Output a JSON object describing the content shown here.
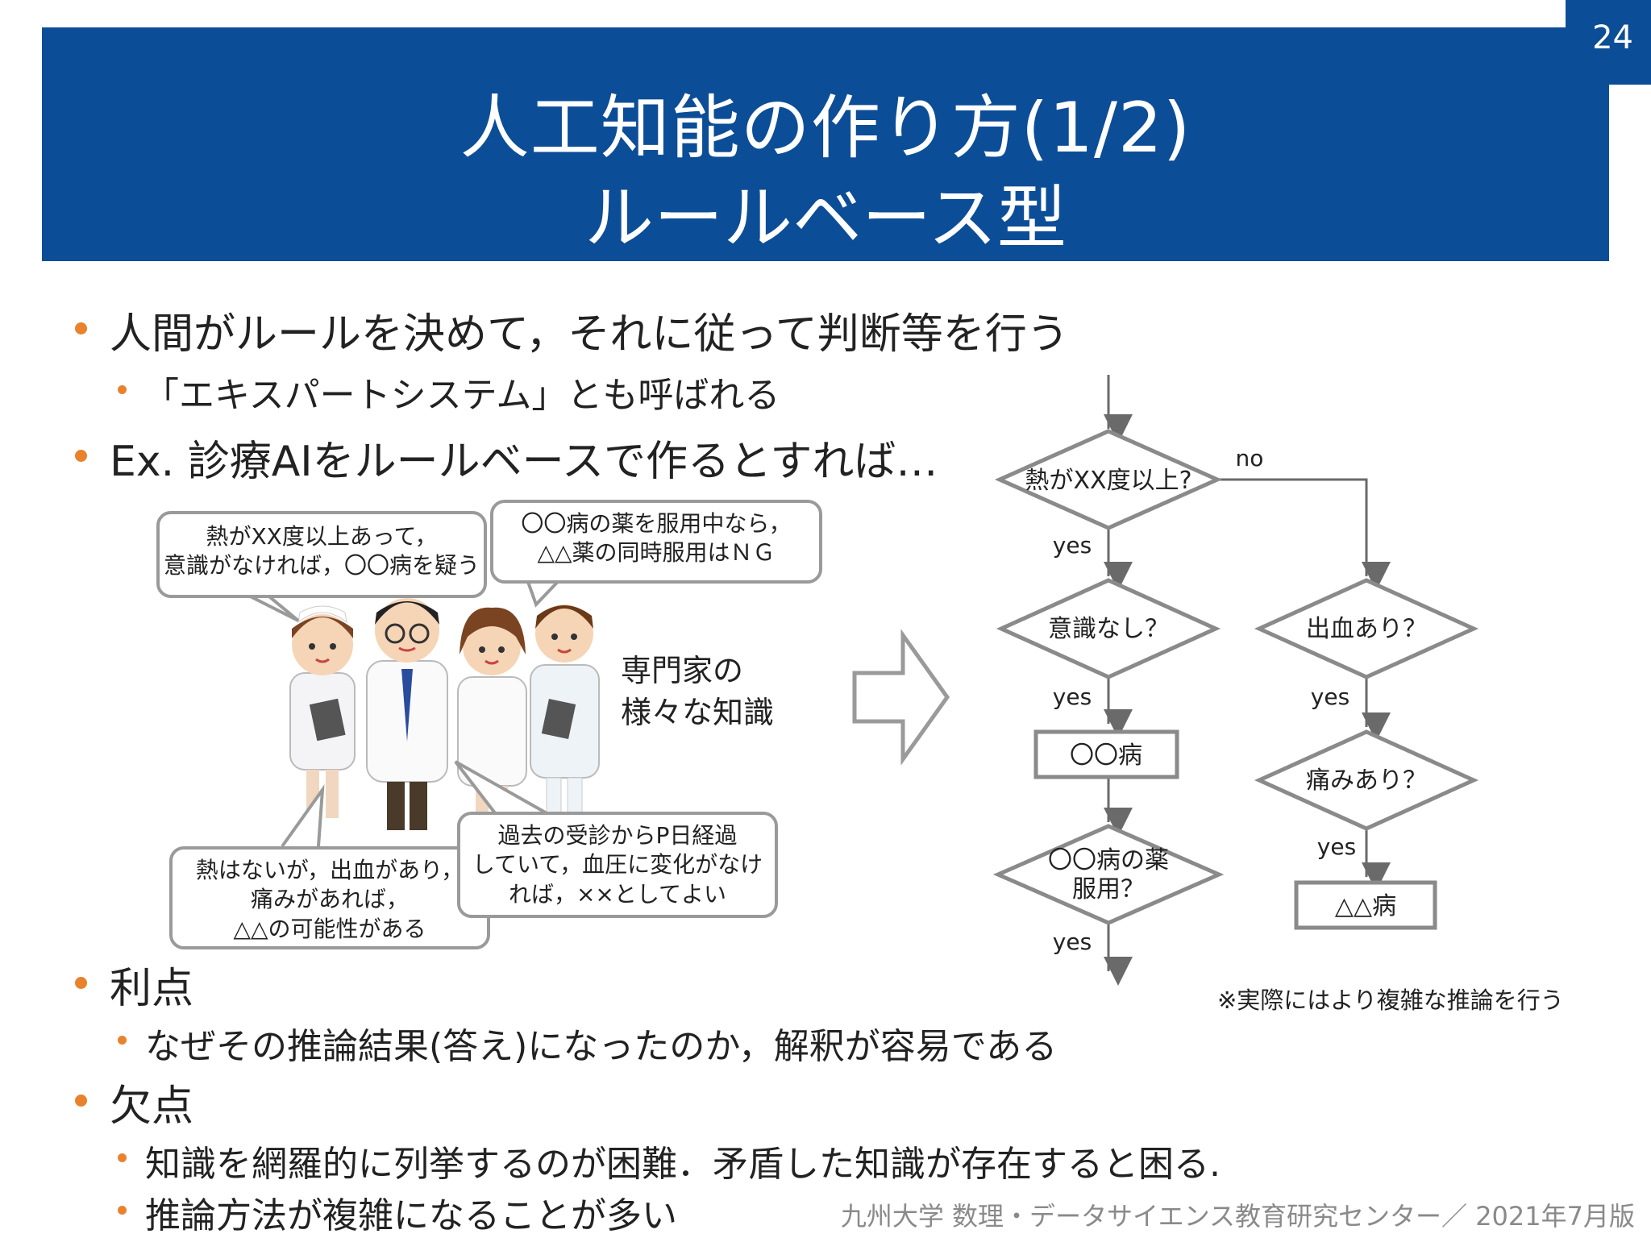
{
  "page_number": "24",
  "title_line1": "人工知能の作り方(1/2)",
  "title_line2": "ルールベース型",
  "bullets": {
    "b1": "人間がルールを決めて，それに従って判断等を行う",
    "b1_sub": "「エキスパートシステム」とも呼ばれる",
    "b2": "Ex. 診療AIをルールベースで作るとすれば…",
    "b3": "利点",
    "b3_sub": "なぜその推論結果(答え)になったのか，解釈が容易である",
    "b4": "欠点",
    "b4_sub1": "知識を網羅的に列挙するのが困難．矛盾した知識が存在すると困る.",
    "b4_sub2": "推論方法が複雑になることが多い"
  },
  "callouts": {
    "c1": "熱がXX度以上あって，\n意識がなければ，〇〇病を疑う",
    "c2": "〇〇病の薬を服用中なら，\n△△薬の同時服用はＮＧ",
    "c3": "熱はないが，出血があり，\n痛みがあれば，\n△△の可能性がある",
    "c4": "過去の受診からP日経過\nしていて，血圧に変化がなけ\nれば，××としてよい"
  },
  "expert_text": "専門家の\n様々な知識",
  "flowchart": {
    "d1": "熱がXX度以上?",
    "d2": "意識なし？",
    "d3": "出血あり？",
    "d4": "痛みあり？",
    "d5_l1": "〇〇病の薬",
    "d5_l2": "服用？",
    "r1": "〇〇病",
    "r2": "△△病",
    "no": "no",
    "yes": "yes"
  },
  "note": "※実際にはより複雑な推論を行う",
  "footer": "九州大学 数理・データサイエンス教育研究センター／ 2021年7月版",
  "colors": {
    "header": "#0c4d97",
    "bullet": "#e8822c",
    "line": "#8a8a8a"
  }
}
